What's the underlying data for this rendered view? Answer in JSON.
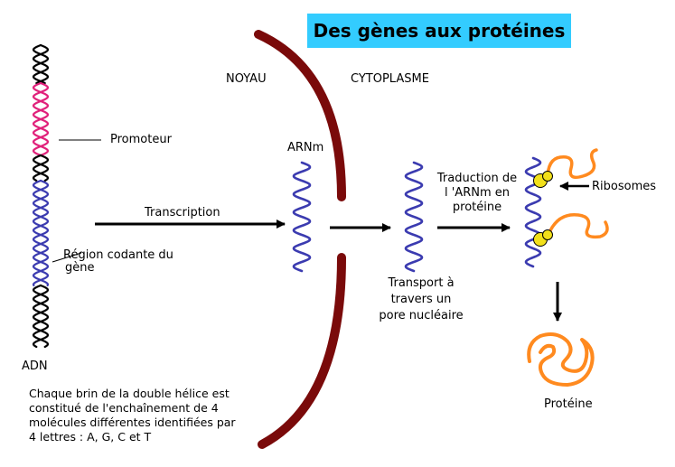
{
  "title": "Des gènes aux protéines",
  "labels": {
    "noyau": "NOYAU",
    "cytoplasme": "CYTOPLASME",
    "promoteur": "Promoteur",
    "transcription": "Transcription",
    "region_codante_line1": "Région codante du",
    "region_codante_line2": "gène",
    "adn": "ADN",
    "arnm": "ARNm",
    "traduction_line1": "Traduction de",
    "traduction_line2": "l 'ARNm en",
    "traduction_line3": "protéine",
    "ribosomes": "Ribosomes",
    "transport_line1": "Transport à",
    "transport_line2": "travers un",
    "transport_line3": "pore nucléaire",
    "proteine": "Protéine"
  },
  "note": {
    "line1": "Chaque brin de la double hélice est",
    "line2": "constitué de l'enchaînement de 4",
    "line3": "molécules différentes identifiées par",
    "line4": "4 lettres : A, G, C et T"
  },
  "colors": {
    "title_bg": "#33ccff",
    "dna_black": "#000000",
    "promoter_pink": "#e0207a",
    "coding_blue": "#3b3bb0",
    "mrna_blue": "#3b3bb0",
    "nuclear_membrane": "#7a0a0a",
    "ribosome_yellow": "#f2e01a",
    "protein_orange": "#ff8a1f"
  }
}
